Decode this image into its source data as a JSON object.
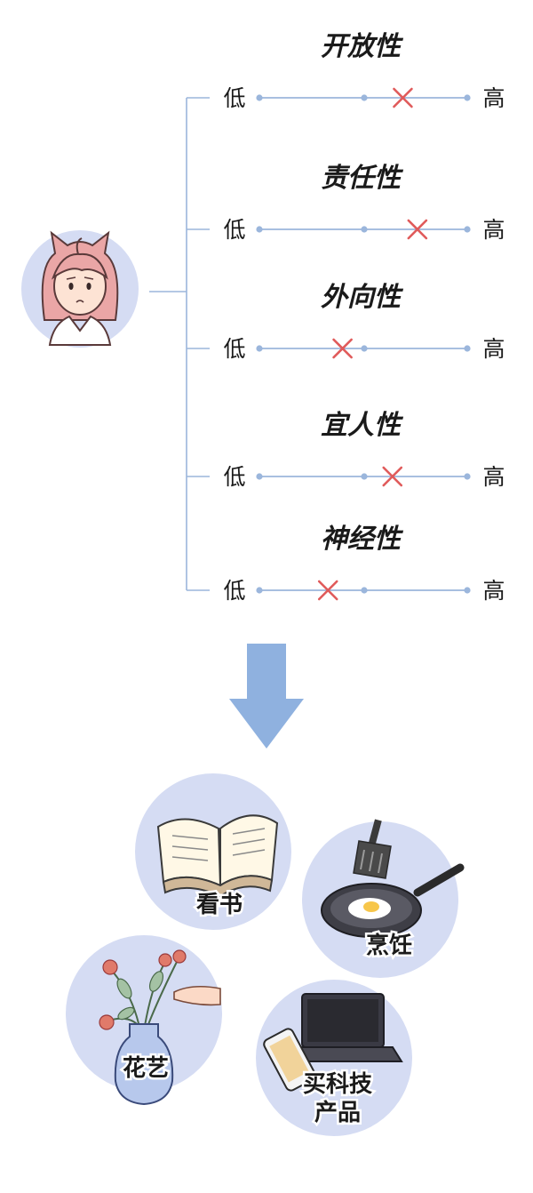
{
  "colors": {
    "line": "#9bb6dc",
    "marker": "#e05a5a",
    "circle_fill": "#d5dcf3",
    "arrow": "#8fb1df",
    "hair": "#eaa6a6"
  },
  "scale": {
    "low_label": "低",
    "high_label": "高"
  },
  "traits": [
    {
      "title": "开放性",
      "level": 0.69
    },
    {
      "title": "责任性",
      "level": 0.76
    },
    {
      "title": "外向性",
      "level": 0.4
    },
    {
      "title": "宜人性",
      "level": 0.64
    },
    {
      "title": "神经性",
      "level": 0.33
    }
  ],
  "hobbies": [
    {
      "id": "reading",
      "label": "看书",
      "icon": "open-book-icon"
    },
    {
      "id": "cooking",
      "label": "烹饪",
      "icon": "frying-pan-icon"
    },
    {
      "id": "floral",
      "label": "花艺",
      "icon": "flower-vase-icon"
    },
    {
      "id": "tech",
      "label": "买科技",
      "label2": "产品",
      "icon": "laptop-phone-icon"
    }
  ]
}
